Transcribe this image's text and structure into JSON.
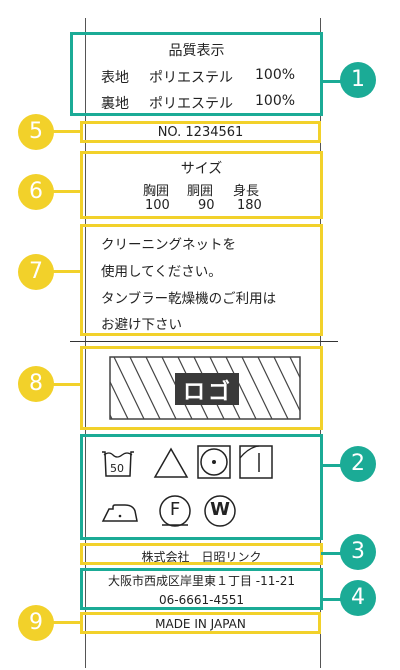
{
  "quality": {
    "title": "品質表示",
    "outer": {
      "part": "表地",
      "material": "ポリエステル",
      "percent": "100%"
    },
    "inner": {
      "part": "裏地",
      "material": "ポリエステル",
      "percent": "100%"
    }
  },
  "number": "NO. 1234561",
  "size": {
    "title": "サイズ",
    "headers": [
      "胸囲",
      "胴囲",
      "身長"
    ],
    "values": [
      "100",
      "90",
      "180"
    ]
  },
  "care_note": {
    "lines": [
      "クリーニングネットを",
      "使用してください。",
      "タンブラー乾燥機のご利用は",
      "お避け下さい"
    ]
  },
  "logo": {
    "text": "ロゴ"
  },
  "care_symbols": {
    "wash_temp": "50",
    "dry_clean_1": "F",
    "dry_clean_2": "W"
  },
  "company": "株式会社　日昭リンク",
  "address": {
    "line1": "大阪市西成区岸里東１丁目 -11-21",
    "phone": "06-6661-4551"
  },
  "origin": "MADE IN JAPAN",
  "callouts": [
    "1",
    "2",
    "3",
    "4",
    "5",
    "6",
    "7",
    "8",
    "9"
  ],
  "colors": {
    "teal": "#1bab96",
    "yellow": "#f2d12a"
  }
}
